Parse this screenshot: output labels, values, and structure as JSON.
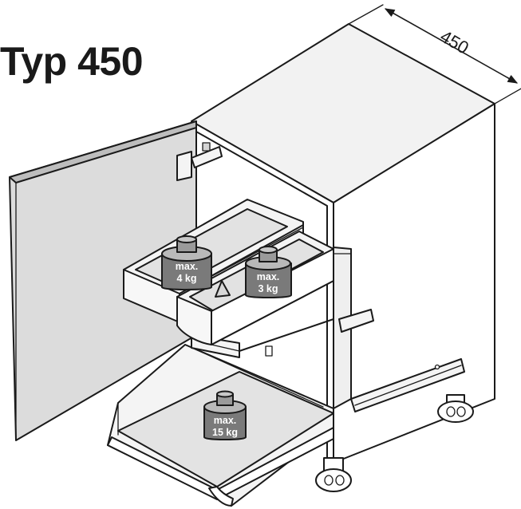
{
  "title": "Typ 450",
  "dimension": {
    "value": "450"
  },
  "weights": [
    {
      "line1": "max.",
      "line2": "4 kg"
    },
    {
      "line1": "max.",
      "line2": "3 kg"
    },
    {
      "line1": "max.",
      "line2": "15 kg"
    }
  ],
  "colors": {
    "outline": "#1a1a1a",
    "panel_light": "#f4f4f4",
    "panel_mid": "#e2e2e2",
    "door_inner": "#d9d9d9",
    "weight_fill": "#7a7a7a",
    "weight_top": "#b9b9b9"
  },
  "icons": [
    "dimension-arrow-icon",
    "weight-icon",
    "hinge-icon"
  ]
}
